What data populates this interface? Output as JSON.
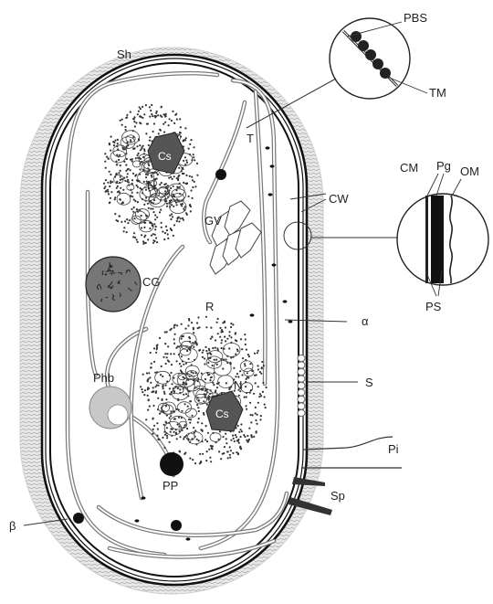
{
  "diagram": {
    "colors": {
      "background": "#ffffff",
      "sheath": "#d9d9d9",
      "cell_wall": "#111111",
      "cytoplasm": "#ffffff",
      "thylakoid": "#888888",
      "nucleoid_dots": "#333333",
      "carboxysome": "#555555",
      "granule": "#111111"
    },
    "labels": {
      "sheath": "Sh",
      "phycobilisome": "PBS",
      "thylakoid_membrane": "TM",
      "thylakoid": "T",
      "carboxysome_top": "Cs",
      "nucleoid_top": "N",
      "gas_vesicle": "GV",
      "cell_wall": "CW",
      "cytoplasmic_membrane": "CM",
      "peptidoglycan": "Pg",
      "outer_membrane": "OM",
      "periplasmic_space": "PS",
      "cyanophycin_granule": "CG",
      "ribosome": "R",
      "nucleoid_bottom": "N",
      "carboxysome_bottom": "Cs",
      "alpha_granule": "α",
      "s_layer": "S",
      "polyhydroxybutyrate": "Phb",
      "pili": "Pi",
      "spinae": "Sp",
      "polyphosphate": "PP",
      "beta_granule": "β"
    }
  }
}
